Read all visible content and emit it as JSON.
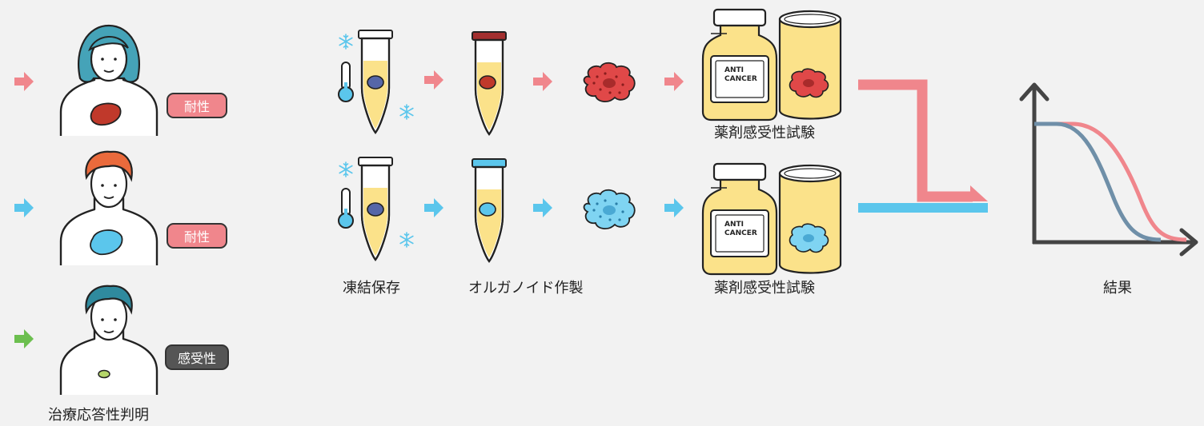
{
  "badges": {
    "patient1": "耐性",
    "patient2": "耐性",
    "patient3": "感受性"
  },
  "labels": {
    "treatment_response": "治療応答性判明",
    "cryopreservation": "凍結保存",
    "organoid_production": "オルガノイド作製",
    "drug_test_top": "薬剤感受性試験",
    "drug_test_bottom": "薬剤感受性試験",
    "result": "結果",
    "bottle_text_line1": "ANTI",
    "bottle_text_line2": "CANCER"
  },
  "colors": {
    "pink": "#f0868c",
    "blue": "#5bc6ec",
    "green": "#6cbf4f",
    "dark_red": "#c0392b",
    "yellow": "#fbe28a",
    "gray_badge": "#555555",
    "curve_pink": "#f0868c",
    "curve_slate": "#6f8fa8"
  }
}
